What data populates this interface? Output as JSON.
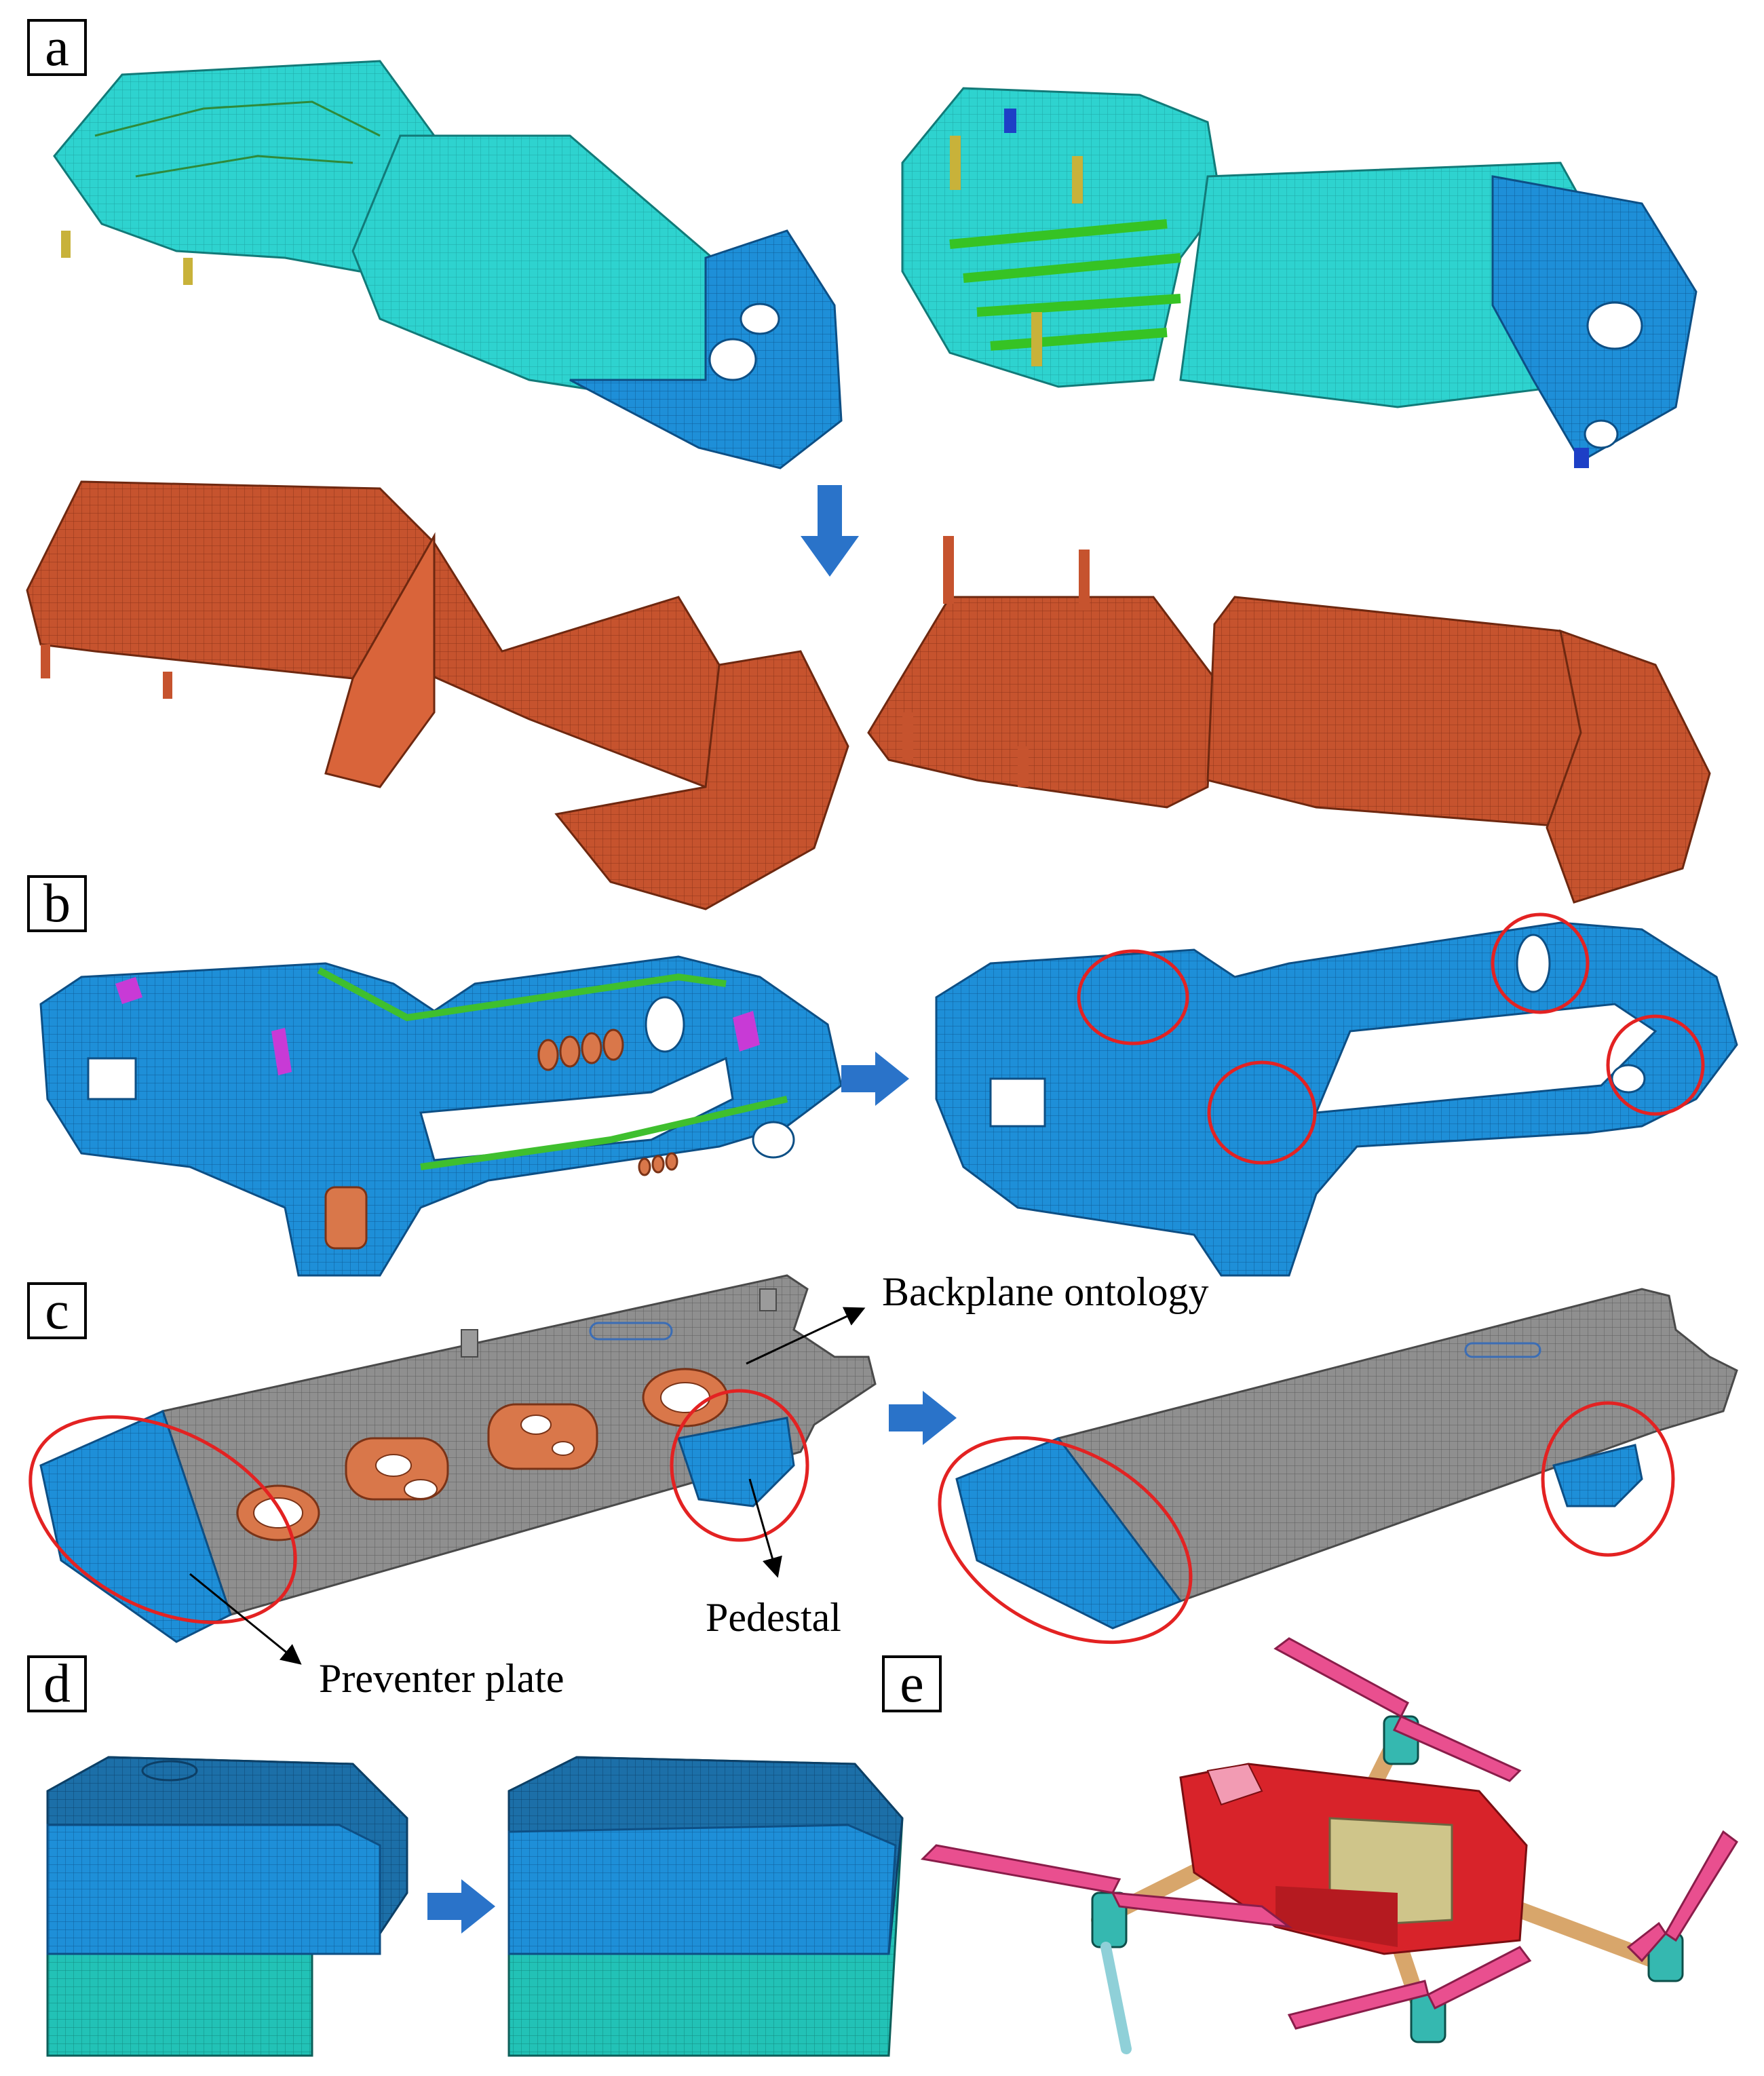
{
  "panels": {
    "a": {
      "label": "a"
    },
    "b": {
      "label": "b"
    },
    "c": {
      "label": "c"
    },
    "d": {
      "label": "d"
    },
    "e": {
      "label": "e"
    }
  },
  "annotations": {
    "backplane": "Backplane ontology",
    "pedestal": "Pedestal",
    "preventer": "Preventer plate"
  },
  "colors": {
    "cyan_mesh": "#2ed3cf",
    "blue_mesh": "#1e8fd8",
    "orange_mesh": "#c6532e",
    "gray_mesh": "#8c8c8c",
    "copper_ring": "#d9774a",
    "green_edge": "#3fbf2e",
    "red_highlight": "#e32222",
    "arrow_blue": "#2a73c9"
  }
}
